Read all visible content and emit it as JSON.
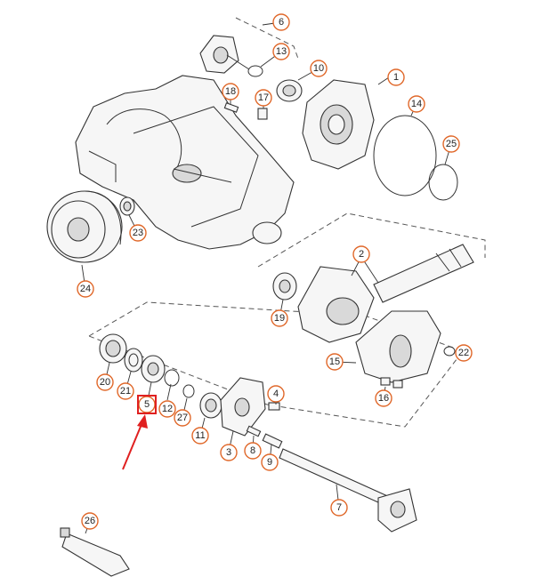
{
  "diagram": {
    "callouts": {
      "c1": "1",
      "c2": "2",
      "c3": "3",
      "c4": "4",
      "c5": "5",
      "c6": "6",
      "c7": "7",
      "c8": "8",
      "c9": "9",
      "c10": "10",
      "c11": "11",
      "c12": "12",
      "c13": "13",
      "c14": "14",
      "c15": "15",
      "c16": "16",
      "c17": "17",
      "c18": "18",
      "c19": "19",
      "c20": "20",
      "c21": "21",
      "c22": "22",
      "c23": "23",
      "c24": "24",
      "c25": "25",
      "c26": "26",
      "c27": "27"
    },
    "highlight": {
      "target": "5",
      "box_color": "#e02020",
      "arrow_color": "#e02020"
    },
    "callout_ring_color": "#e0682a"
  }
}
